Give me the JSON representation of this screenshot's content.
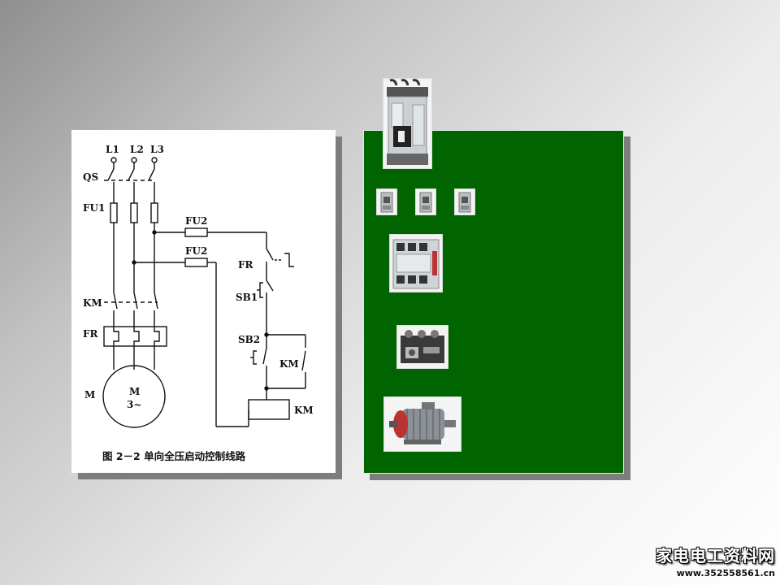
{
  "diagram": {
    "labels": {
      "l1": "L1",
      "l2": "L2",
      "l3": "L3",
      "qs": "QS",
      "fu1": "FU1",
      "fu2_top": "FU2",
      "fu2_bottom": "FU2",
      "fr_ctrl": "FR",
      "sb1": "SB1",
      "sb2": "SB2",
      "km_main": "KM",
      "fr_main": "FR",
      "km_aux": "KM",
      "km_coil": "KM",
      "m": "M",
      "motor_m": "M",
      "motor_3": "3~"
    },
    "caption": "图 2－2    单向全压启动控制线路"
  },
  "components": [
    {
      "name": "circuit-breaker-photo"
    },
    {
      "name": "fuse-photo"
    },
    {
      "name": "contactor-photo"
    },
    {
      "name": "thermal-relay-photo"
    },
    {
      "name": "motor-photo"
    }
  ],
  "watermark": {
    "title": "家电电工资料网",
    "url": "www.352558561.cn"
  },
  "colors": {
    "panel_green": "#006400",
    "shadow": "#7d7d7d",
    "background_dark": "#8f8f8f",
    "background_light": "#ffffff"
  }
}
